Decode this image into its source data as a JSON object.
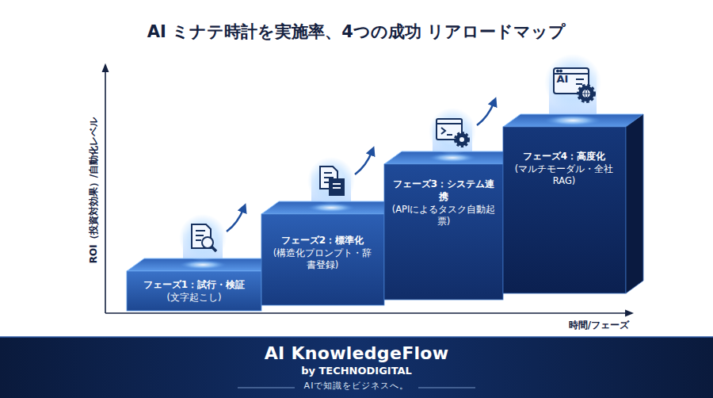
{
  "diagram": {
    "title": "AI ミナテ時計を実施率、4つの成功 リアロードマップ",
    "nodes": [
      {
        "text": [
          "フェーズ1：試行・検証",
          "(文字起こし)"
        ]
      },
      {
        "text": [
          "フェーズ2：標準化",
          "(構造化プロンプト・辞書登録)"
        ]
      },
      {
        "text": [
          "フェーズ3：システム連携",
          "(APIによるタスク自動起票)"
        ]
      },
      {
        "text": [
          "フェーズ4：高度化",
          "(マルチモーダル・全社RAG)"
        ]
      },
      {
        "text": [
          "AI KnowledgeFlow",
          "by TECHNODIGITAL",
          "AIで知識をビジネスへ。"
        ]
      }
    ],
    "labels": [
      "ROI（投資対効果）/自動化レベル",
      "時間/フェーズ",
      "AI"
    ]
  }
}
